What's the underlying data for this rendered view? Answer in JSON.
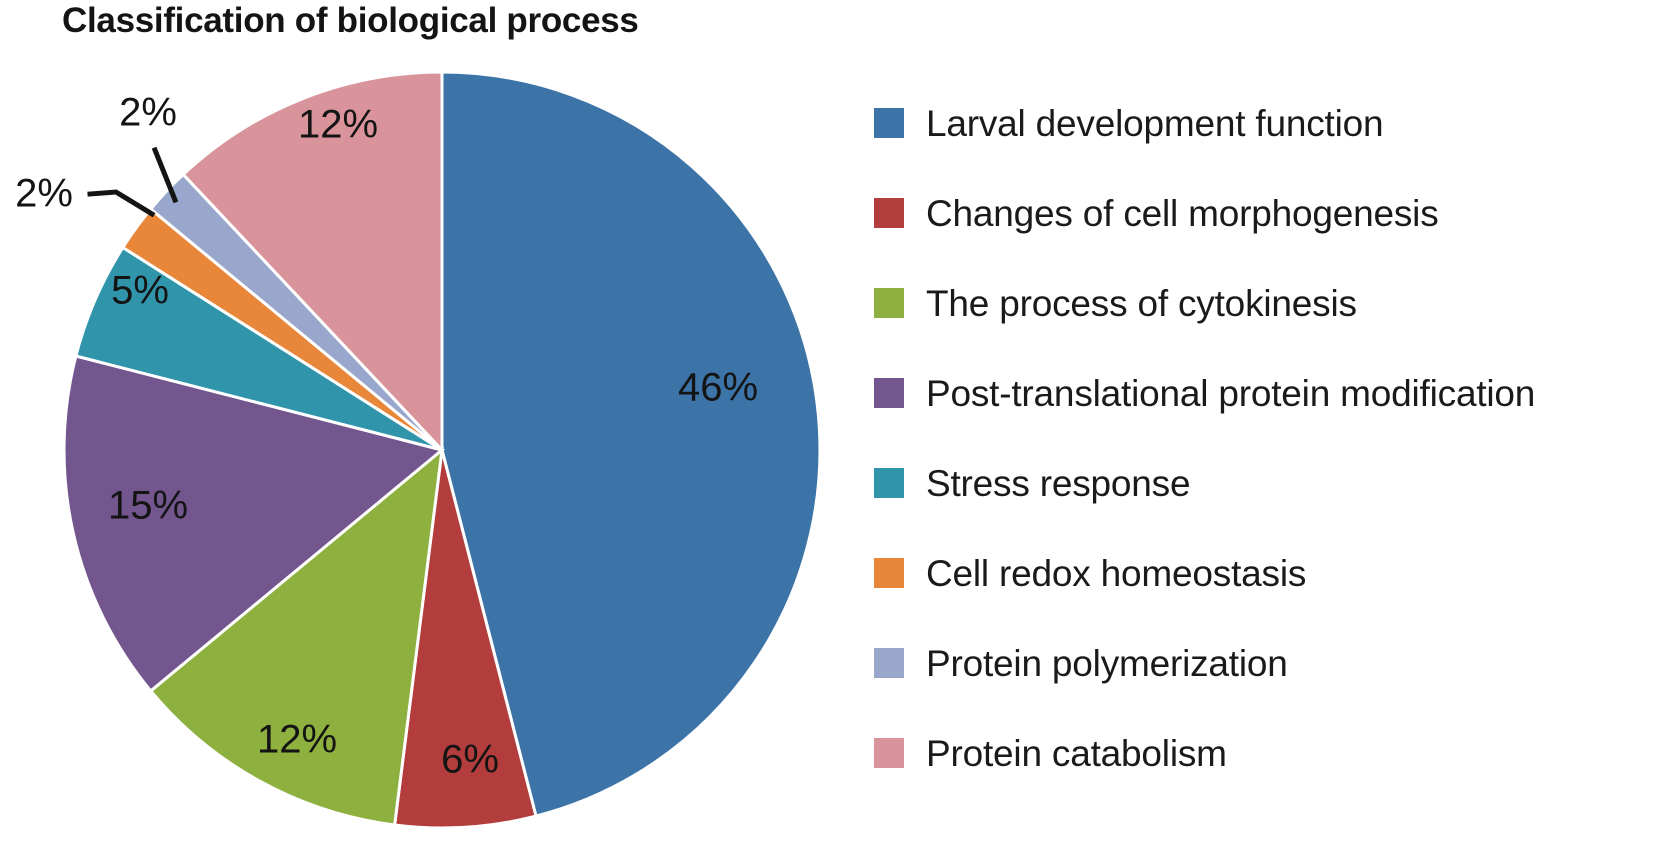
{
  "chart_data": {
    "type": "pie",
    "title": "Classification of biological process",
    "categories": [
      "Larval development function",
      "Changes of cell morphogenesis",
      "The process of cytokinesis",
      "Post-translational protein modification",
      "Stress response",
      "Cell redox homeostasis",
      "Protein polymerization",
      "Protein catabolism"
    ],
    "values": [
      46,
      6,
      12,
      15,
      5,
      2,
      2,
      12
    ],
    "value_labels": [
      "46%",
      "6%",
      "12%",
      "15%",
      "5%",
      "2%",
      "2%",
      "12%"
    ],
    "colors": [
      "#3d74a8",
      "#b33d3d",
      "#8eb03e",
      "#74568f",
      "#3095ab",
      "#e8873a",
      "#9aa7cc",
      "#d9939a"
    ],
    "unit": "%",
    "start_angle_deg": 0,
    "direction": "clockwise",
    "legend_position": "right",
    "grid": false,
    "xlabel": "",
    "ylabel": ""
  },
  "chart": {
    "title": "Classification of biological process"
  },
  "legend": {
    "items": [
      {
        "label": "Larval development function",
        "color": "#3d74a8"
      },
      {
        "label": "Changes of cell morphogenesis",
        "color": "#b33d3d"
      },
      {
        "label": "The process of cytokinesis",
        "color": "#8eb03e"
      },
      {
        "label": "Post-translational protein modification",
        "color": "#74568f"
      },
      {
        "label": "Stress response",
        "color": "#3095ab"
      },
      {
        "label": "Cell redox homeostasis",
        "color": "#e8873a"
      },
      {
        "label": "Protein polymerization",
        "color": "#9aa7cc"
      },
      {
        "label": "Protein catabolism",
        "color": "#d9939a"
      }
    ]
  },
  "pie": {
    "labels": {
      "larval": "46%",
      "morphogenesis": "6%",
      "cytokinesis": "12%",
      "posttranslational": "15%",
      "stress": "5%",
      "redox": "2%",
      "polymerization": "2%",
      "catabolism": "12%"
    }
  }
}
